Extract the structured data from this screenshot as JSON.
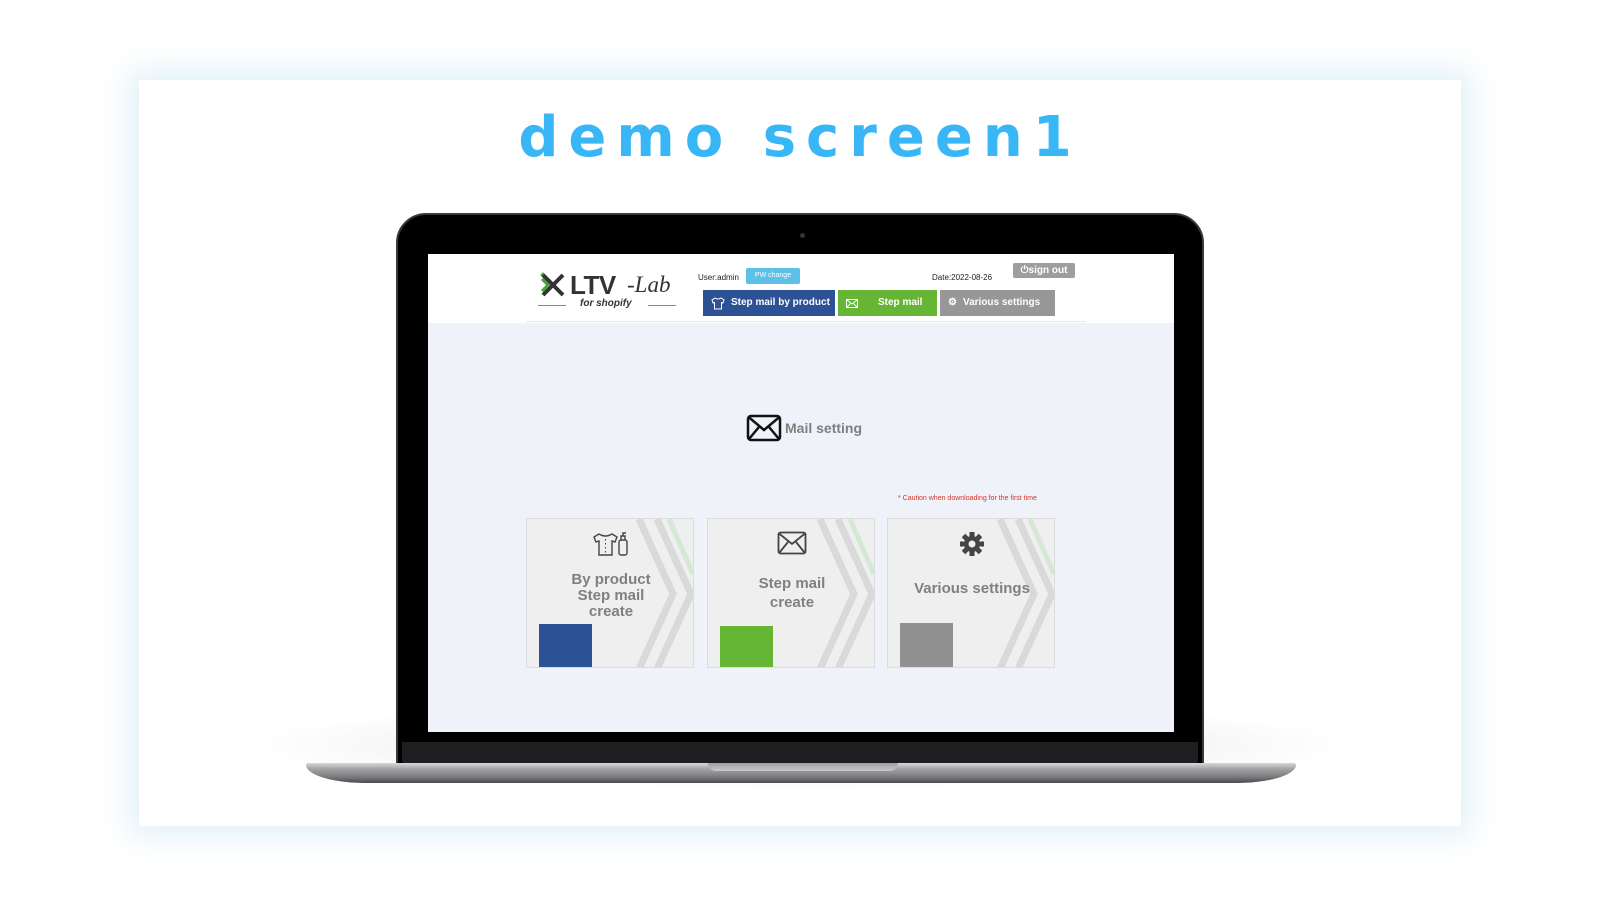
{
  "page": {
    "title": "demo screen1"
  },
  "app": {
    "logo": {
      "brand_main": "LTV",
      "brand_suffix": "-Lab",
      "subtitle": "for shopify"
    },
    "header": {
      "user_label": "User:admin",
      "pw_change_label": "PW change",
      "date_label": "Date:2022-08-26",
      "sign_out_label": "sign out",
      "sign_out_icon": "power-icon"
    },
    "tabs": [
      {
        "label": "Step mail by product",
        "icon": "shirt-icon",
        "color": "#2c5195"
      },
      {
        "label": "Step mail",
        "icon": "envelope-icon",
        "color": "#66b534"
      },
      {
        "label": "Various settings",
        "icon": "gear-icon",
        "color": "#979797"
      }
    ],
    "main": {
      "heading": "Mail setting",
      "heading_icon": "envelope-icon",
      "caution": "* Caution when downloading for the first time",
      "tiles": [
        {
          "lines": [
            "By product",
            "Step mail",
            "create"
          ],
          "icon": "shirt-bottle-icon",
          "color": "#2c5195"
        },
        {
          "lines": [
            "Step mail",
            "create"
          ],
          "icon": "envelope-icon",
          "color": "#66b534"
        },
        {
          "lines": [
            "Various settings"
          ],
          "icon": "gear-icon",
          "color": "#919191"
        }
      ]
    }
  },
  "colors": {
    "title": "#38b6f5",
    "background_screen": "#eff2f9",
    "caution": "#d9322c",
    "pw_button": "#5cc0e8",
    "sign_out_button": "#9e9e9e"
  }
}
